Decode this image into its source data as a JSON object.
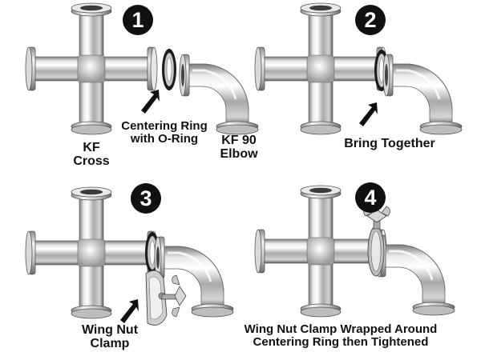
{
  "steps": [
    {
      "number": "1"
    },
    {
      "number": "2"
    },
    {
      "number": "3"
    },
    {
      "number": "4"
    }
  ],
  "labels": {
    "kf_cross_line1": "KF",
    "kf_cross_line2": "Cross",
    "centering_ring_line1": "Centering Ring",
    "centering_ring_line2": "with O-Ring",
    "kf90_line1": "KF 90",
    "kf90_line2": "Elbow",
    "bring_together": "Bring Together",
    "wing_nut_line1": "Wing Nut",
    "wing_nut_line2": "Clamp",
    "final_line1": "Wing Nut Clamp Wrapped Around",
    "final_line2": "Centering Ring then Tightened"
  },
  "colors": {
    "badge": "#111111",
    "badge_text": "#ffffff",
    "metal_light": "#f2f2f2",
    "metal_mid": "#bdbdbd",
    "metal_dark": "#6e6e6e",
    "oring": "#1a1a1a"
  }
}
